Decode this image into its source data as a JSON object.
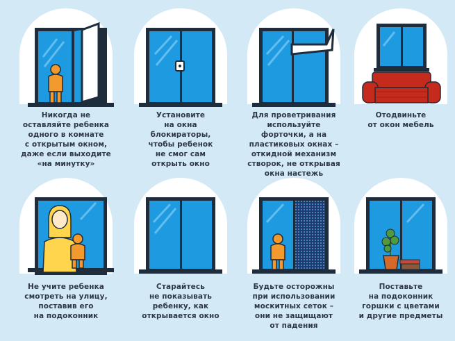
{
  "colors": {
    "background": "#d3e9f6",
    "glass": "#1e9be0",
    "glass_light": "#63bdf0",
    "frame": "#1e2c3c",
    "child": "#f29a2e",
    "adult_hair": "#ffd54d",
    "sofa": "#c52b1c",
    "plant": "#4f9a3c",
    "pot": "#d56a28",
    "text": "#2e3746"
  },
  "tiles": [
    {
      "scene": "open-window-with-child",
      "caption": [
        "Никогда не",
        "оставляйте ребенка",
        "одного в комнате",
        "с открытым окном,",
        "даже если выходите",
        "«на минутку»"
      ]
    },
    {
      "scene": "window-with-lock",
      "caption": [
        "Установите",
        "на окна",
        "блокираторы,",
        "чтобы ребенок",
        "не смог сам",
        "открыть окно"
      ]
    },
    {
      "scene": "window-tilt-mode",
      "caption": [
        "Для проветривания",
        "используйте",
        "форточки, а на",
        "пластиковых окнах –",
        "откидной механизм",
        "створок, не открывая",
        "окна настежь"
      ]
    },
    {
      "scene": "sofa-under-window",
      "caption": [
        "Отодвиньте",
        "от окон мебель"
      ]
    },
    {
      "scene": "adult-and-child-at-window",
      "caption": [
        "Не учите ребенка",
        "смотреть на улицу,",
        "поставив его",
        "на подоконник"
      ]
    },
    {
      "scene": "closed-window",
      "caption": [
        "Старайтесь",
        "не показывать",
        "ребенку, как",
        "открывается окно"
      ]
    },
    {
      "scene": "window-with-mosquito-net",
      "caption": [
        "Будьте осторожны",
        "при использовании",
        "москитных сеток –",
        "они не защищают",
        "от падения"
      ]
    },
    {
      "scene": "plants-on-windowsill",
      "caption": [
        "Поставьте",
        "на подоконник",
        "горшки с цветами",
        "и другие предметы"
      ]
    }
  ]
}
